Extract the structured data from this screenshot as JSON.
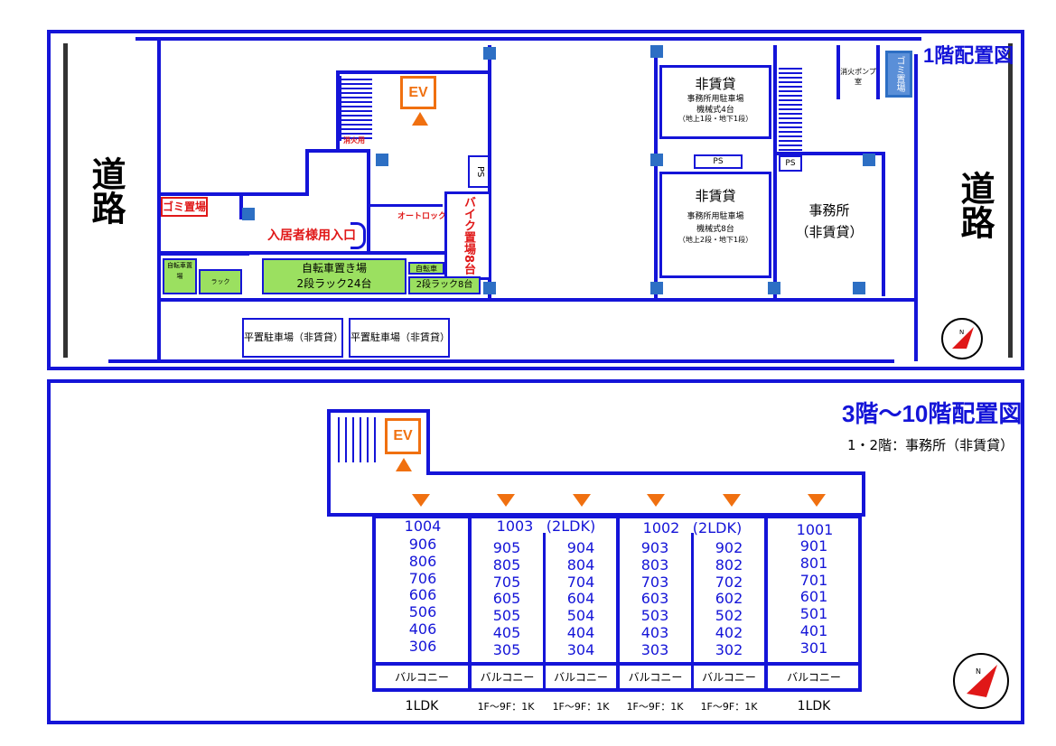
{
  "floor1": {
    "title": "1階配置図",
    "road_left": "道路",
    "road_right": "道路",
    "ev": "EV",
    "garbage": "ゴミ置場",
    "entrance": "入居者様用入口",
    "autolock": "オートロック",
    "bike_title": "自転車置き場",
    "bike_sub": "2段ラック24台",
    "bike_small_a": "自転車置",
    "bike_small_b": "2段ラック8台",
    "small_green_1": "自転車置場",
    "small_green_2": "ラック",
    "bike_rack_tag": "自転車",
    "fire_stair": "消火用",
    "ps_1": "PS",
    "ps_2": "PS",
    "ps_3": "PS",
    "parking_vertical": "バイク置場8台",
    "parking1_title": "非賃貸",
    "parking1_sub1": "事務所用駐車場",
    "parking1_sub2": "機械式4台",
    "parking1_sub3": "（地上1段・地下1段）",
    "parking2_title": "非賃貸",
    "parking2_sub1": "事務所用駐車場",
    "parking2_sub2": "機械式8台",
    "parking2_sub3": "（地上2段・地下1段）",
    "office_title": "事務所",
    "office_sub": "（非賃貸）",
    "pump_room": "消火ポンプ室",
    "garbage_right": "ゴミ置場",
    "flat_parking_1": "平置駐車場（非賃貸）",
    "flat_parking_2": "平置駐車場（非賃貸）"
  },
  "floor3": {
    "title": "3階～10階配置図",
    "subtitle": "1・2階：事務所（非賃貸）",
    "ev": "EV",
    "columns": [
      {
        "header": "1004",
        "units": [
          "906",
          "806",
          "706",
          "606",
          "506",
          "406",
          "306"
        ],
        "balcony": "バルコニー",
        "type": "1LDK"
      },
      {
        "header": "1003",
        "units": [
          "905",
          "805",
          "705",
          "605",
          "505",
          "405",
          "305"
        ],
        "balcony": "バルコニー",
        "type": "1F～9F：1K"
      },
      {
        "header": "(2LDK)",
        "units": [
          "904",
          "804",
          "704",
          "604",
          "504",
          "404",
          "304"
        ],
        "balcony": "バルコニー",
        "type": "1F～9F：1K"
      },
      {
        "header": "1002",
        "units": [
          "903",
          "803",
          "703",
          "603",
          "503",
          "403",
          "303"
        ],
        "balcony": "バルコニー",
        "type": "1F～9F：1K"
      },
      {
        "header": "(2LDK)",
        "units": [
          "902",
          "802",
          "702",
          "602",
          "502",
          "402",
          "302"
        ],
        "balcony": "バルコニー",
        "type": "1F～9F：1K"
      },
      {
        "header": "1001",
        "units": [
          "901",
          "801",
          "701",
          "601",
          "501",
          "401",
          "301"
        ],
        "balcony": "バルコニー",
        "type": "1LDK"
      }
    ]
  },
  "compass_1": "compass-icon",
  "compass_2": "compass-icon",
  "colors": {
    "wall": "#1414d8",
    "ev": "#f07010",
    "red": "#e01818",
    "green": "#9be060",
    "pillar": "#2d6fc4"
  }
}
